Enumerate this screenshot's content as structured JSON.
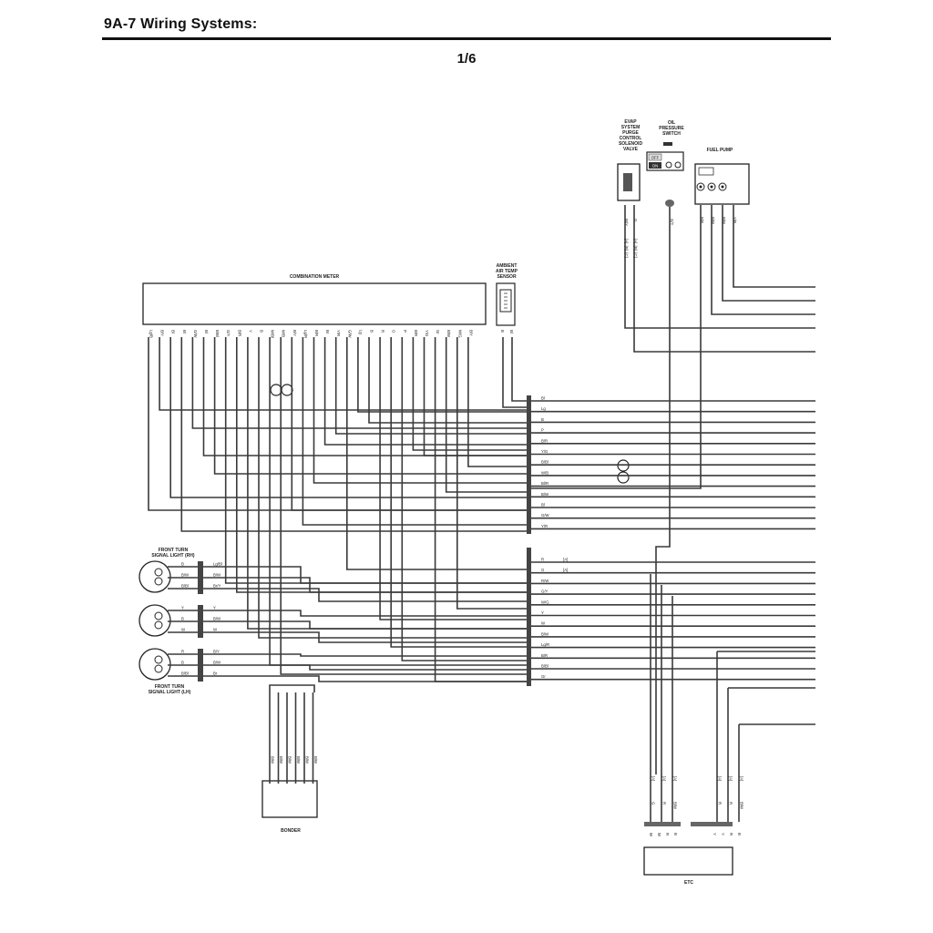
{
  "header": {
    "title": "9A-7   Wiring Systems:",
    "page": "1/6"
  },
  "components": {
    "combination_meter": "COMBINATION METER",
    "ambient_sensor": [
      "AMBIENT",
      "AIR TEMP",
      "SENSOR"
    ],
    "evap_valve": [
      "EVAP",
      "SYSTEM",
      "PURGE",
      "CONTROL",
      "SOLENOID",
      "VALVE"
    ],
    "oil_switch": [
      "OIL",
      "PRESSURE",
      "SWITCH"
    ],
    "oil_switch_off": "OFF",
    "oil_switch_on": "ON",
    "fuel_pump": "FUEL PUMP",
    "front_turn_rh": [
      "FRONT TURN",
      "SIGNAL LIGHT (RH)"
    ],
    "front_turn_lh": [
      "FRONT TURN",
      "SIGNAL LIGHT (LH)"
    ],
    "bonder": "BONDER",
    "etc": "ETC"
  },
  "meter_pins": [
    "Lg/B",
    "B/Y",
    "Bl",
    "Bl",
    "G/W",
    "Bl",
    "B/Bl",
    "G/Y",
    "B/R",
    "Y",
    "B",
    "W/Bl",
    "W/B",
    "B/Y",
    "Lg/R",
    "B/R",
    "Br",
    "Y/R",
    "G/W",
    "Lg",
    "B",
    "R",
    "O",
    "P",
    "B/R",
    "Y/G",
    "Gr",
    "B/W",
    "W/G",
    "B/Y"
  ],
  "sensor_pins": [
    "B",
    "Bl"
  ],
  "evap_wires": [
    "W/Y",
    "G"
  ],
  "evap_tags": [
    "[A], [B], [C]",
    "[A], [B], [C]"
  ],
  "oil_wire": "G/Y",
  "fuel_wires": [
    "B/R",
    "B/W",
    "B/W",
    "Y/R"
  ],
  "connector1_labels": [
    "Bl",
    "Lg",
    "B",
    "P",
    "B/R",
    "Y/G",
    "B/Bl",
    "W/B",
    "Bl/R",
    "B/W",
    "Bl",
    "G/W",
    "Y/R"
  ],
  "connector2_labels": [
    "R",
    "G",
    "R/W",
    "G/Y",
    "W/G",
    "Y",
    "W",
    "B/W",
    "Lg/R",
    "B/R",
    "B/Bl",
    "Gr"
  ],
  "connector2_tags": [
    "[A]",
    "[A]"
  ],
  "rh_left": [
    "B",
    "B/W",
    "B/Bl"
  ],
  "rh_right": [
    "Lg/Bl",
    "B/W",
    "Br/Y"
  ],
  "mid_left": [
    "Y",
    "B",
    "W"
  ],
  "mid_right": [
    "Y",
    "B/W",
    "W"
  ],
  "lh_left": [
    "R",
    "B",
    "B/Bl"
  ],
  "lh_right": [
    "B/Y",
    "B/W",
    "Br"
  ],
  "bonder_wires": [
    "B/W",
    "B/W",
    "B/W",
    "B/W",
    "B/W",
    "B/W"
  ],
  "etc_left_tags": [
    "[A]",
    "[A]",
    "[A]"
  ],
  "etc_left_wires": [
    "G",
    "R",
    "B/W"
  ],
  "etc_left_pins": [
    "W",
    "W",
    "R",
    "B"
  ],
  "etc_right_tags": [
    "[A]",
    "[A]",
    "[A]"
  ],
  "etc_right_wires": [
    "R",
    "R",
    "B/W"
  ],
  "etc_right_pins": [
    "Y",
    "Y",
    "R",
    "B"
  ]
}
